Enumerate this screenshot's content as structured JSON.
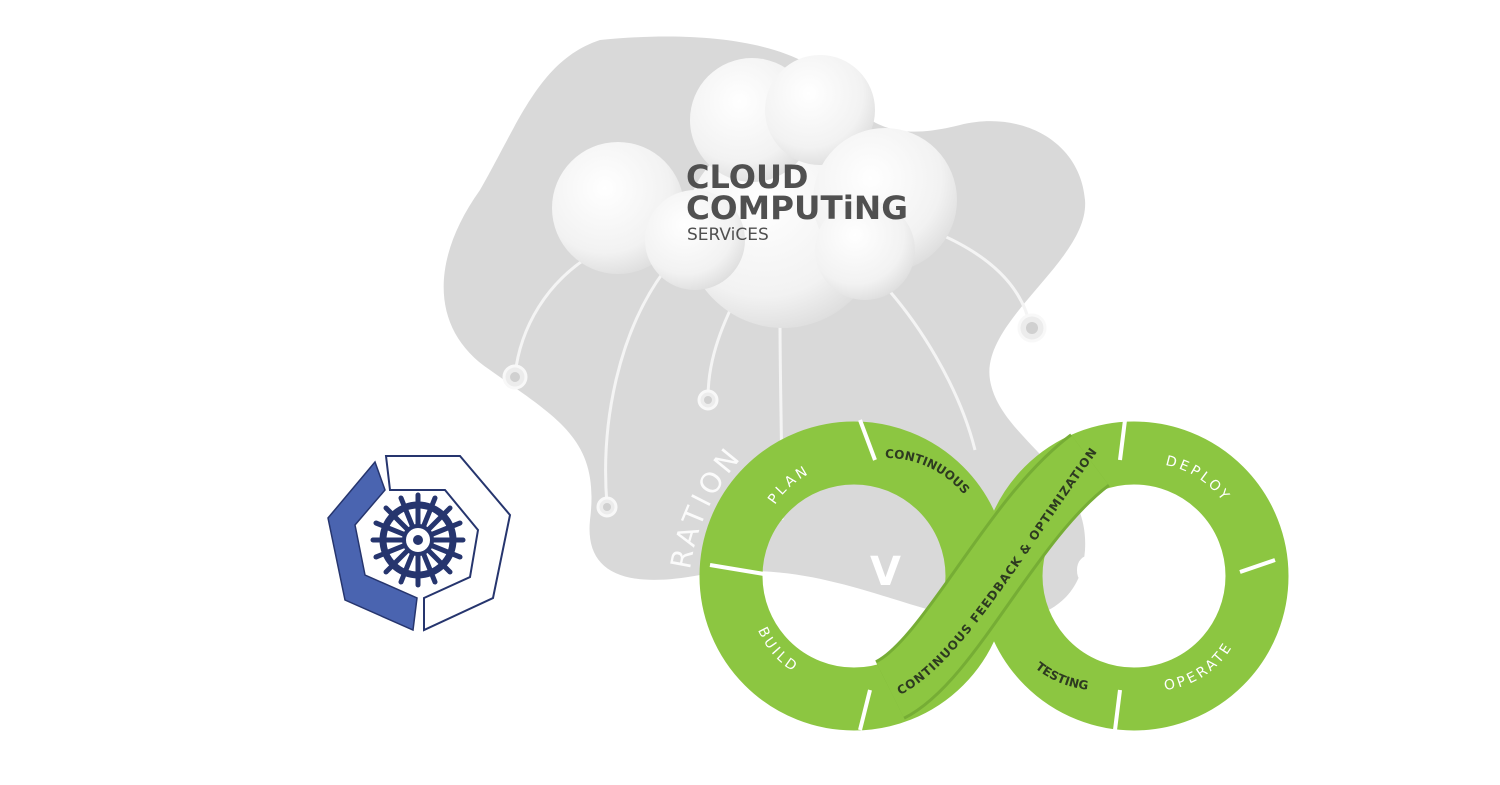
{
  "cloud": {
    "title_line1": "CLOUD",
    "title_line2": "COMPUTiNG",
    "subtitle": "SERViCES",
    "background_text": "RATION"
  },
  "devops_loop": {
    "left_segments": [
      "PLAN",
      "BUILD"
    ],
    "right_segments": [
      "DEPLOY",
      "OPERATE"
    ],
    "center_segments": [
      "CONTINUOUS",
      "TESTING"
    ],
    "center_band_text": "CONTINUOUS FEEDBACK & OPTIMIZATION",
    "colors": {
      "green": "#8cc641",
      "green_dark": "#76ad35",
      "label_dark": "#2d3a20",
      "label_light": "#ffffff"
    }
  },
  "logo": {
    "name": "kubeflow-helm-logo",
    "colors": {
      "blue": "#4a64b0",
      "navy": "#26356e"
    }
  },
  "palette": {
    "blob": "#d9d9d9",
    "cloud_text": "#505050"
  }
}
